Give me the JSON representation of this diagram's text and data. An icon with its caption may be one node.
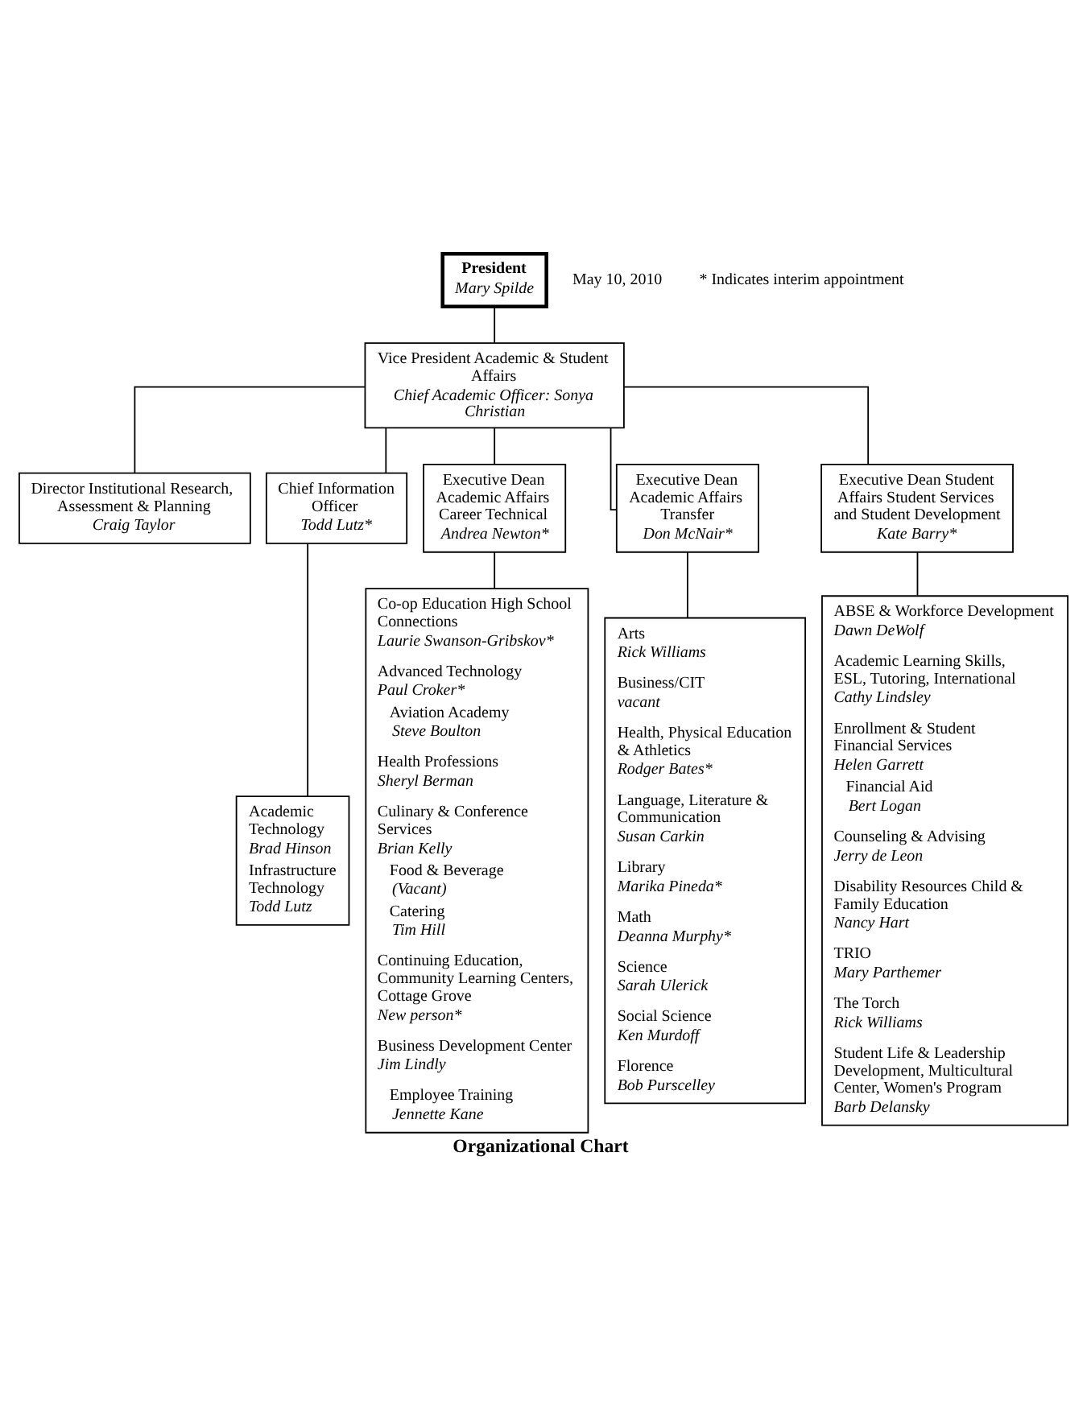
{
  "diagram": {
    "title": "Organizational Chart",
    "nodes": [
      {
        "text": [
          "President",
          "Mary Spilde"
        ]
      },
      {
        "text": [
          "Vice President Academic & Student Affairs",
          "Chief Academic Officer: Sonya Christian"
        ]
      },
      {
        "text": [
          "Director Institutional Research, Assessment & Planning",
          "Craig Taylor"
        ]
      },
      {
        "text": [
          "Chief Information Officer",
          "Todd Lutz*"
        ]
      },
      {
        "text": [
          "Executive Dean Academic Affairs Career Technical",
          "Andrea Newton*"
        ]
      },
      {
        "text": [
          "Executive Dean Academic Affairs Transfer",
          "Don McNair*"
        ]
      },
      {
        "text": [
          "Executive Dean Student Affairs Student Services and Student Development",
          "Kate Barry*"
        ]
      },
      {
        "text": [
          "Academic Technology",
          "Brad Hinson",
          "Infrastructure Technology",
          "Todd Lutz"
        ]
      },
      {
        "text": [
          "Co-op Education High School Connections",
          "Laurie Swanson-Gribskov*",
          "Advanced Technology",
          "Paul Croker*",
          "Aviation Academy",
          "Steve Boulton",
          "Health Professions",
          "Sheryl Berman",
          "Culinary & Conference Services",
          "Brian Kelly",
          "Food & Beverage",
          "(Vacant)",
          "Catering",
          "Tim Hill",
          "Continuing Education, Community Learning Centers, Cottage Grove",
          "New person*",
          "Business Development Center",
          "Jim Lindly",
          "Employee Training",
          "Jennette Kane"
        ]
      },
      {
        "text": [
          "Arts",
          "Rick Williams",
          "Business/CIT",
          "vacant",
          "Health, Physical Education & Athletics",
          "Rodger Bates*",
          "Language, Literature & Communication",
          "Susan Carkin",
          "Library",
          "Marika Pineda*",
          "Math",
          "Deanna Murphy*",
          "Science",
          "Sarah Ulerick",
          "Social Science",
          "Ken Murdoff",
          "Florence",
          "Bob Purscelley"
        ]
      },
      {
        "text": [
          "ABSE & Workforce Development",
          "Dawn DeWolf",
          "Academic Learning Skills, ESL, Tutoring, International",
          "Cathy Lindsley",
          "Enrollment & Student Financial Services",
          "Helen Garrett",
          "Financial Aid",
          "Bert Logan",
          "Counseling & Advising",
          "Jerry de Leon",
          "Disability Resources Child & Family Education",
          "Nancy Hart",
          "TRIO",
          "Mary Parthemer",
          "The Torch",
          "Rick Williams",
          "Student Life & Leadership Development, Multicultural Center, Women's Program",
          "Barb Delansky"
        ]
      }
    ],
    "edges": [
      {
        "from": 0,
        "to": 1,
        "arrow": "none"
      },
      {
        "from": 1,
        "to": 2,
        "arrow": "none"
      },
      {
        "from": 1,
        "to": 3,
        "arrow": "none"
      },
      {
        "from": 1,
        "to": 4,
        "arrow": "none"
      },
      {
        "from": 1,
        "to": 5,
        "arrow": "none"
      },
      {
        "from": 1,
        "to": 6,
        "arrow": "none"
      },
      {
        "from": 3,
        "to": 7,
        "arrow": "none"
      },
      {
        "from": 4,
        "to": 8,
        "arrow": "none"
      },
      {
        "from": 5,
        "to": 9,
        "arrow": "none"
      },
      {
        "from": 6,
        "to": 10,
        "arrow": "none"
      }
    ],
    "labels": [
      "May 10, 2010",
      "* Indicates interim appointment"
    ]
  }
}
